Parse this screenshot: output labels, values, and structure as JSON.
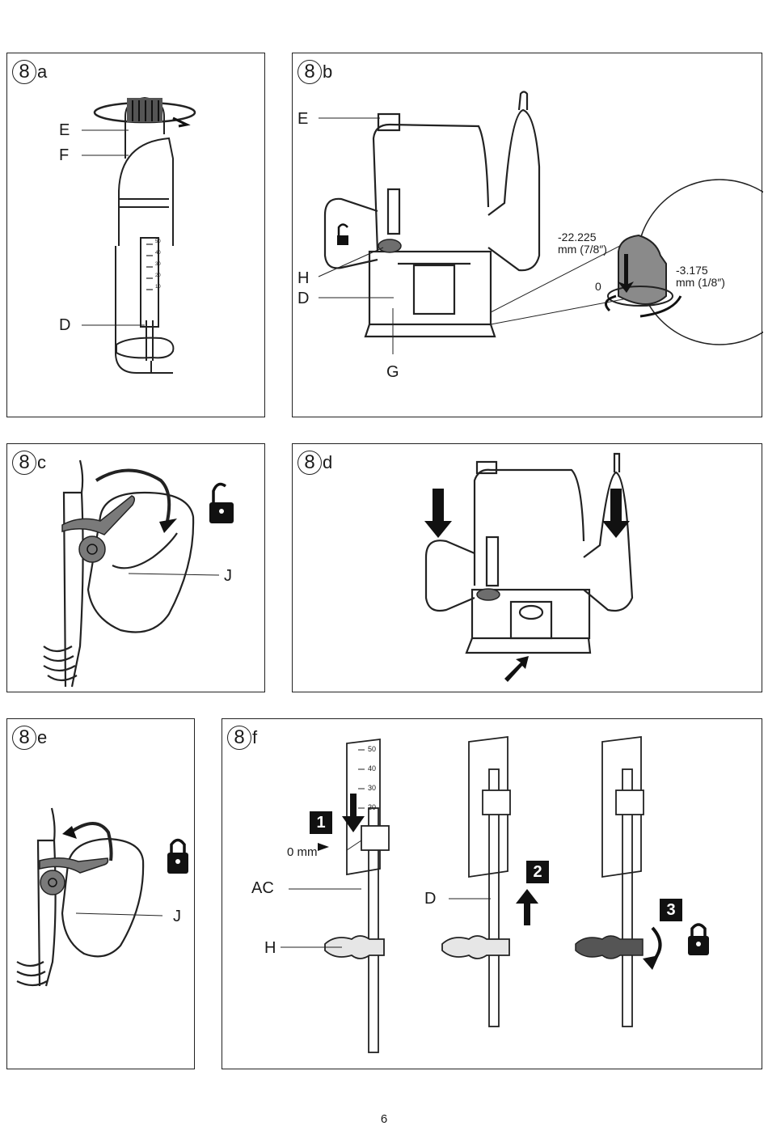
{
  "page_number": "6",
  "panels": {
    "a": {
      "number": "8",
      "letter": "a",
      "labels": {
        "E": "E",
        "F": "F",
        "D": "D"
      },
      "scale_ticks": [
        "50",
        "40",
        "30",
        "20",
        "10"
      ]
    },
    "b": {
      "number": "8",
      "letter": "b",
      "labels": {
        "E": "E",
        "H": "H",
        "D": "D",
        "G": "G"
      },
      "detail": {
        "top_value": "-22.225",
        "top_unit": "mm (7/8″)",
        "right_value": "-3.175",
        "right_unit": "mm (1/8″)",
        "zero": "0"
      },
      "lock_state": "unlocked-padlock-icon"
    },
    "c": {
      "number": "8",
      "letter": "c",
      "labels": {
        "J": "J"
      },
      "lock_state": "unlocked-padlock-icon"
    },
    "d": {
      "number": "8",
      "letter": "d"
    },
    "e": {
      "number": "8",
      "letter": "e",
      "labels": {
        "J": "J"
      },
      "lock_state": "locked-padlock-icon"
    },
    "f": {
      "number": "8",
      "letter": "f",
      "labels": {
        "zero": "0 mm",
        "AC": "AC",
        "H": "H",
        "D": "D"
      },
      "steps": [
        "1",
        "2",
        "3"
      ],
      "scale_ticks": [
        "50",
        "40",
        "30",
        "20"
      ],
      "lock_state": "locked-padlock-icon"
    }
  },
  "colors": {
    "line": "#222222",
    "tool_gray": "#7a7a7a",
    "dark_gray": "#4a4a4a"
  }
}
